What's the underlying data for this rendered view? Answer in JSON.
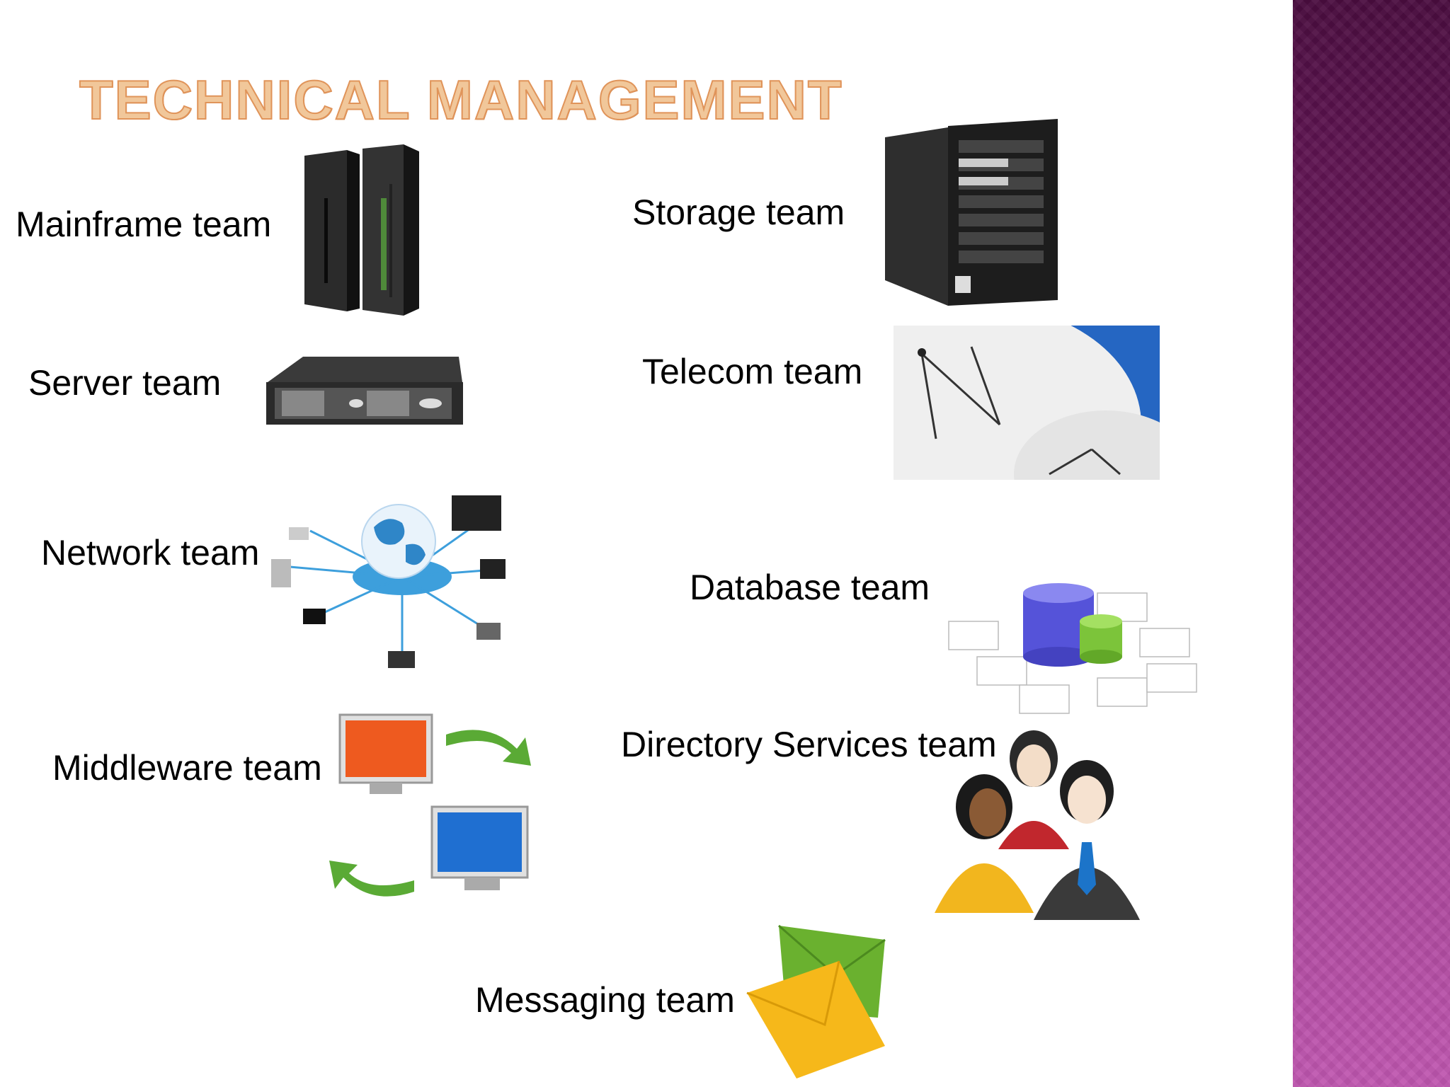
{
  "title": "TECHNICAL MANAGEMENT",
  "teams": {
    "mainframe": "Mainframe team",
    "server": "Server team",
    "network": "Network team",
    "middleware": "Middleware team",
    "storage": "Storage team",
    "telecom": "Telecom team",
    "database": "Database team",
    "directory": "Directory Services team",
    "messaging": "Messaging team"
  },
  "colors": {
    "title_fill": "#f1c79a",
    "title_outline": "#e0945a",
    "side_band_top": "#4a0c3f",
    "side_band_bottom": "#c057b0"
  },
  "icons": [
    "mainframe-icon",
    "server-icon",
    "network-globe-icon",
    "middleware-computers-icon",
    "storage-tower-icon",
    "satellite-dish-icon",
    "database-icon",
    "people-group-icon",
    "envelopes-icon"
  ]
}
